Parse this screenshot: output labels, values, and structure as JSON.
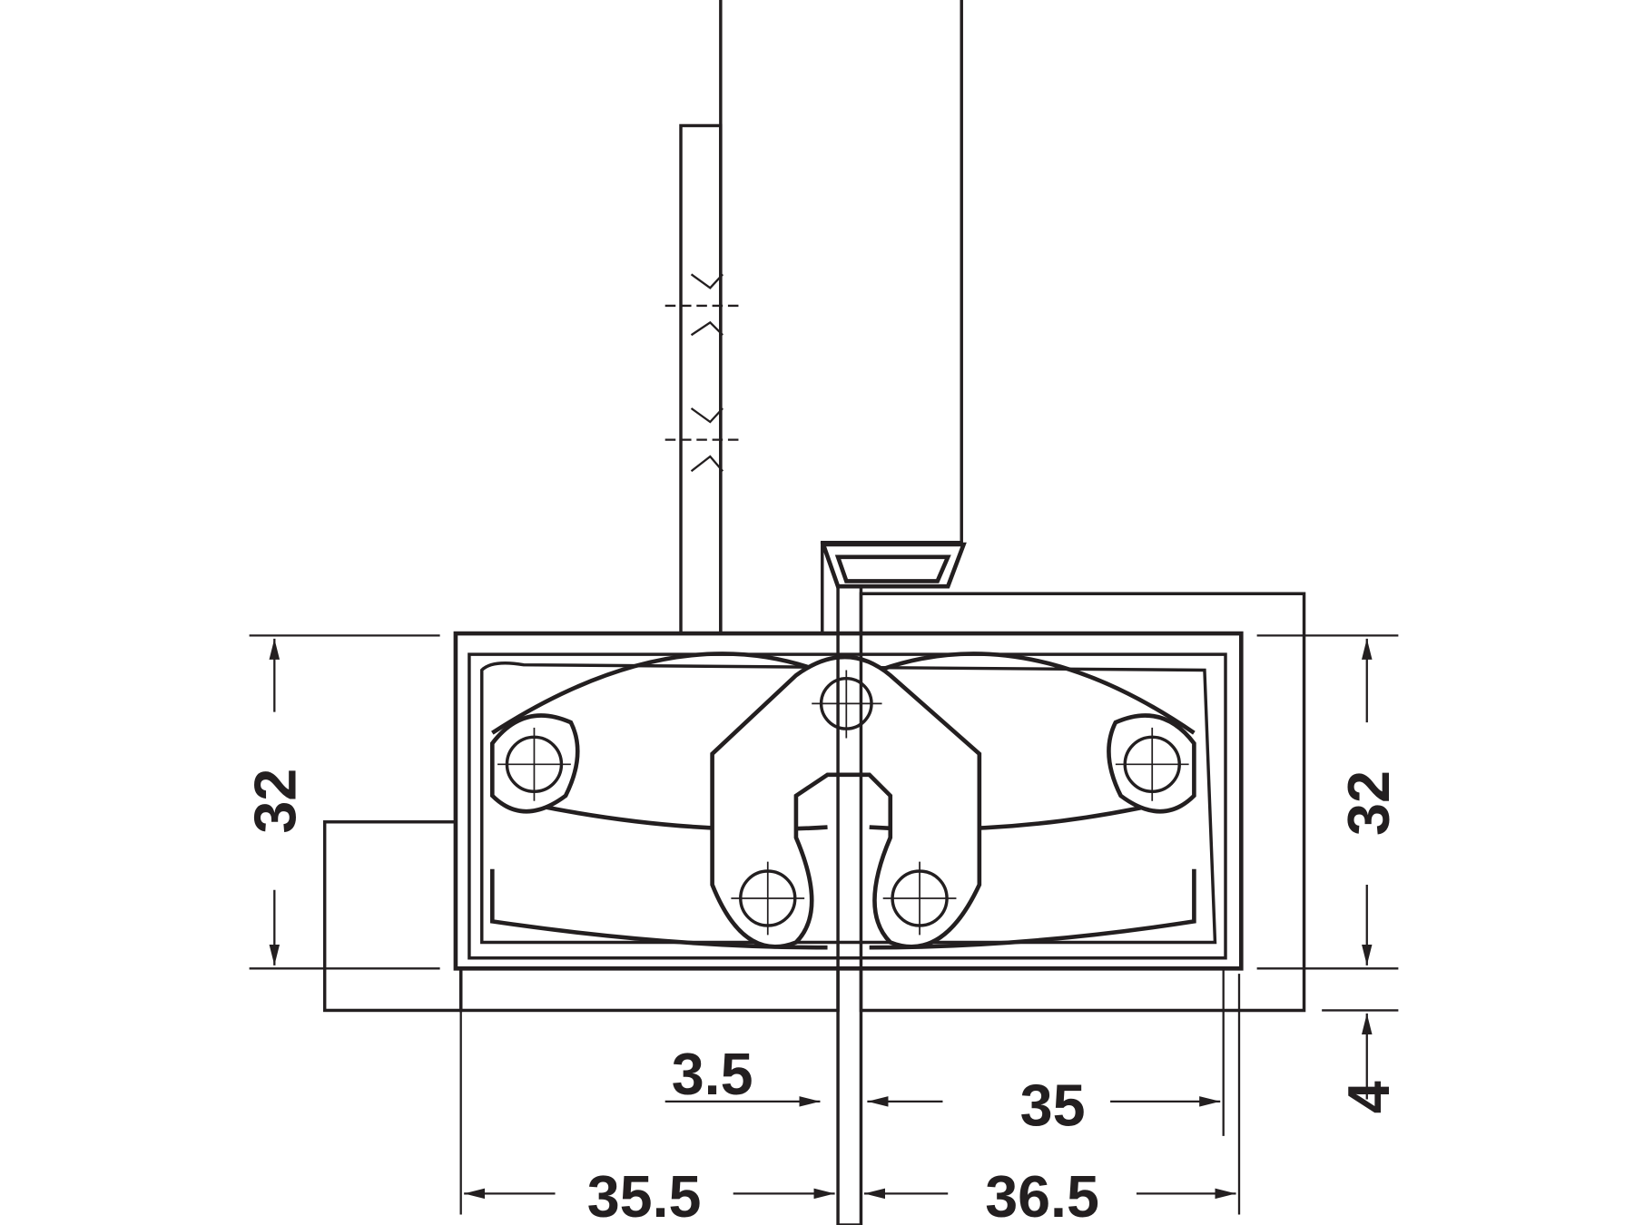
{
  "drawing": {
    "title": "Concealed hinge installation dimensions",
    "line_color": "#231f20",
    "background_color": "#ffffff",
    "dimensions": {
      "height_left": "32",
      "height_right": "32",
      "gap": "3.5",
      "frame_depth": "35",
      "frame_offset": "4",
      "width_left": "35.5",
      "width_right": "36.5"
    }
  }
}
